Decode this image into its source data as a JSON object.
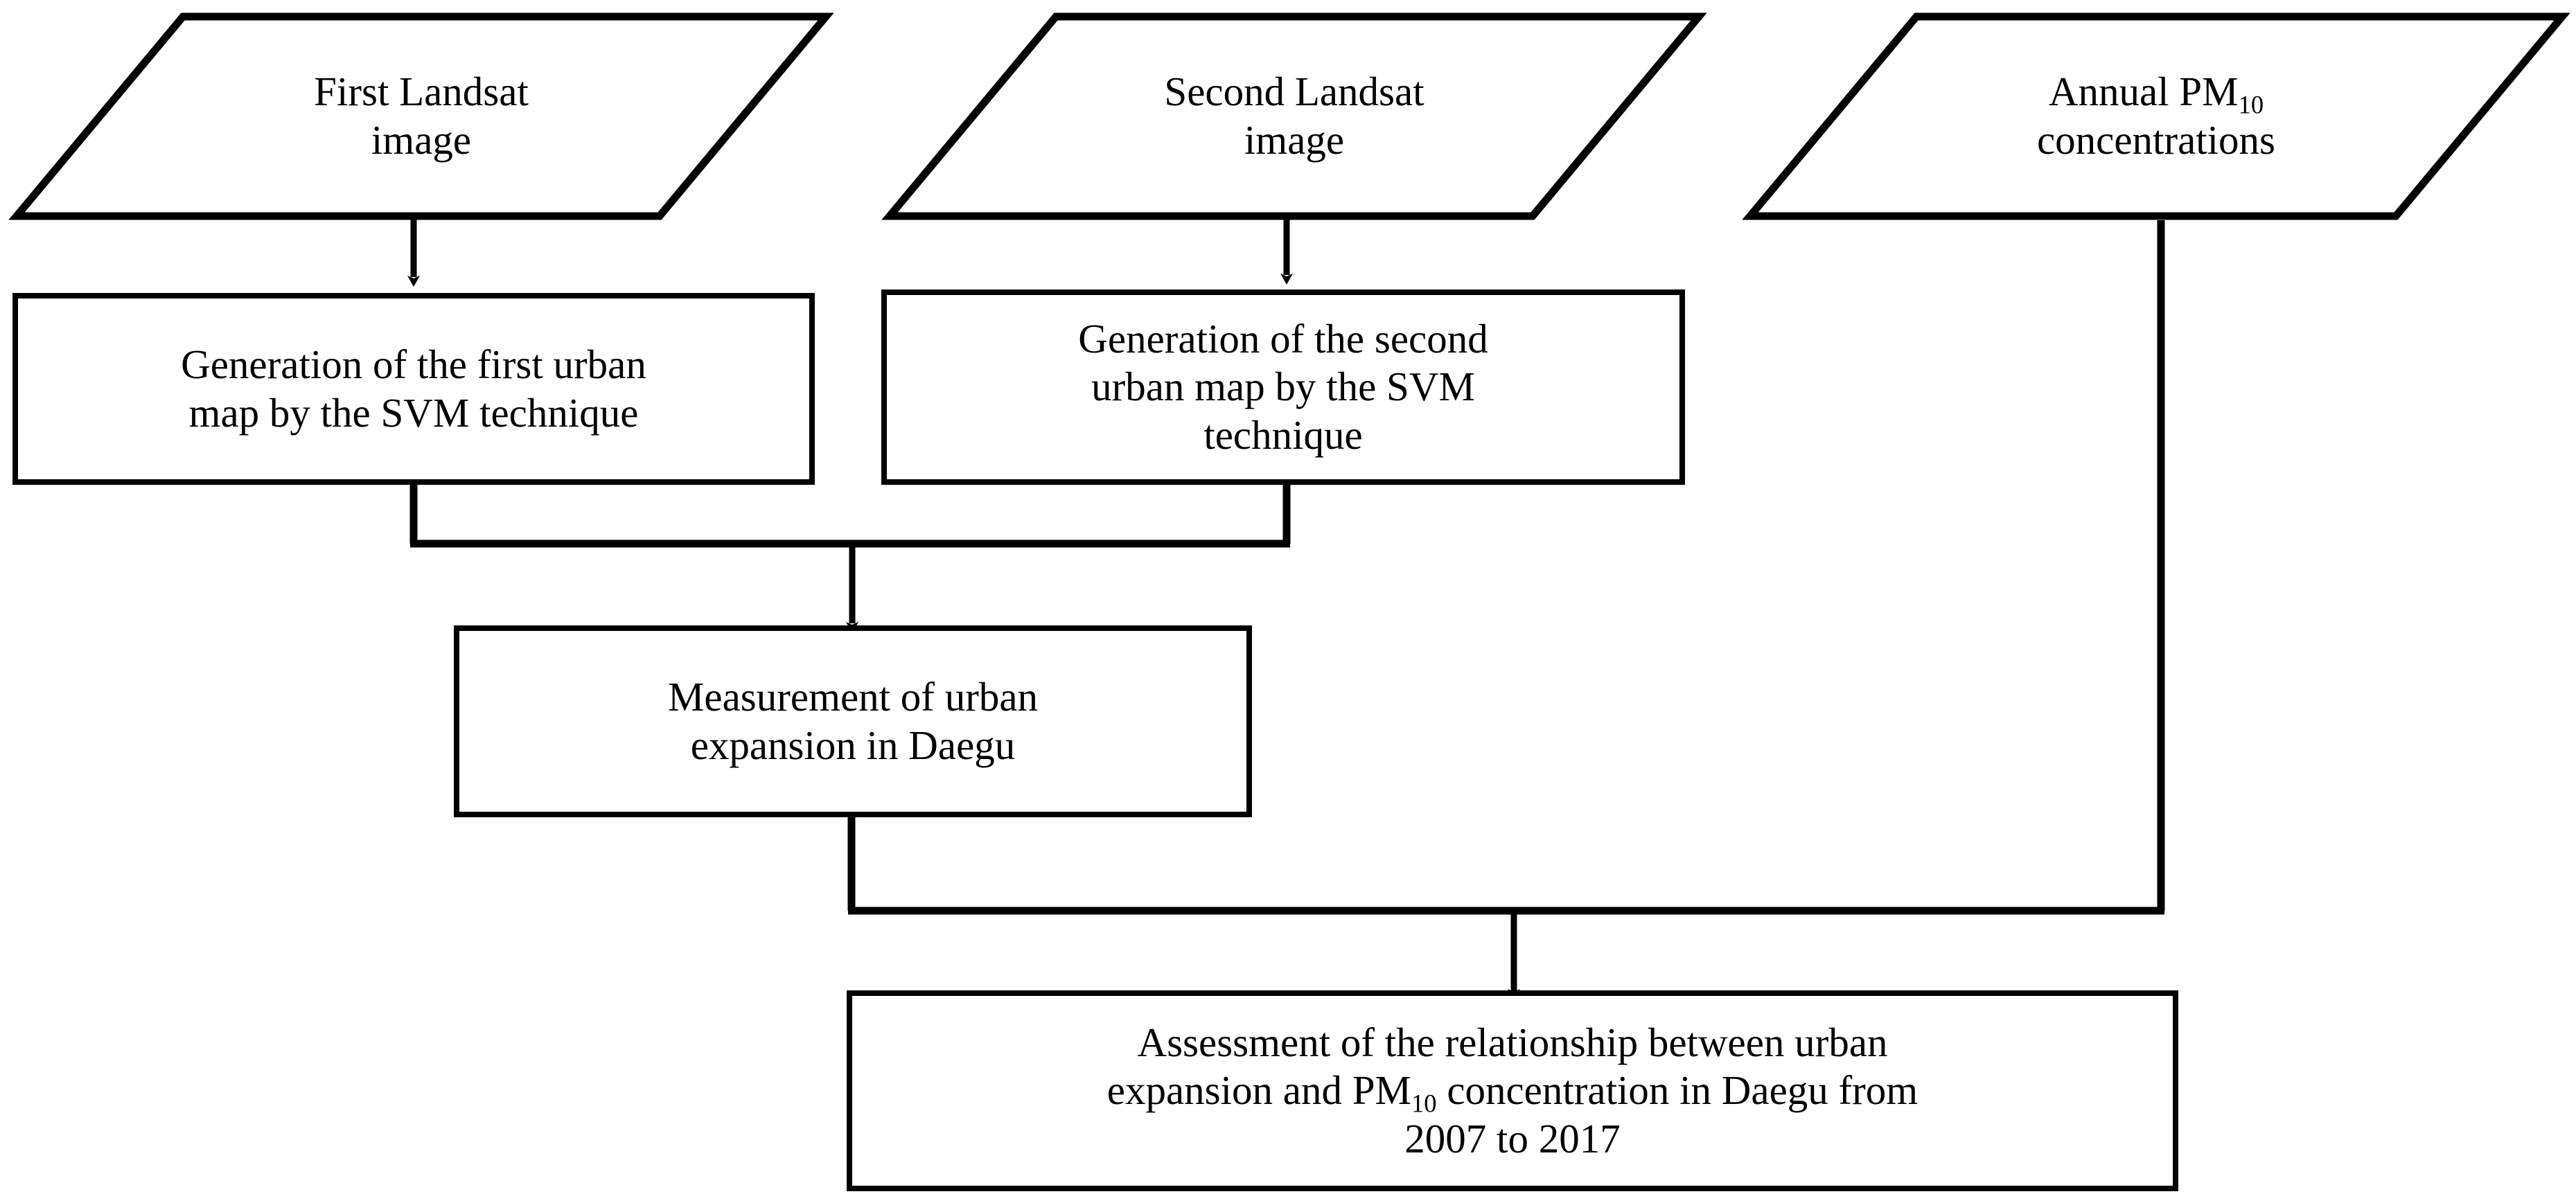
{
  "diagram": {
    "type": "flowchart",
    "title": "Urban expansion and PM10 relationship workflow",
    "background_color": "#ffffff",
    "line_color": "#000000",
    "text_color": "#000000"
  },
  "nodes": {
    "first_landsat": {
      "shape": "parallelogram",
      "role": "input",
      "line1": "First  Landsat",
      "line2": "image"
    },
    "second_landsat": {
      "shape": "parallelogram",
      "role": "input",
      "line1": "Second Landsat",
      "line2": "image"
    },
    "annual_pm10": {
      "shape": "parallelogram",
      "role": "input",
      "line1_pre": "Annual PM",
      "line1_sub": "10",
      "line2": "concentrations"
    },
    "first_urban_map": {
      "shape": "rectangle",
      "role": "process",
      "line1": "Generation of the first urban",
      "line2": "map by the SVM technique"
    },
    "second_urban_map": {
      "shape": "rectangle",
      "role": "process",
      "line1": "Generation of the second",
      "line2": "urban map by the SVM",
      "line3": "technique"
    },
    "measurement": {
      "shape": "rectangle",
      "role": "process",
      "line1": "Measurement of urban",
      "line2": "expansion in Daegu"
    },
    "assessment": {
      "shape": "rectangle",
      "role": "process",
      "line1": "Assessment of the relationship between urban",
      "line2_pre": "expansion and PM",
      "line2_sub": "10",
      "line2_post": " concentration in Daegu from",
      "line3": "2007 to 2017"
    }
  },
  "connectors": [
    {
      "name": "first-landsat-to-first-urban-map",
      "from": "first_landsat",
      "to": "first_urban_map",
      "style": "arrow"
    },
    {
      "name": "second-landsat-to-second-urban-map",
      "from": "second_landsat",
      "to": "second_urban_map",
      "style": "arrow"
    },
    {
      "name": "urban-maps-merge-to-measurement",
      "from": "first_urban_map+second_urban_map",
      "to": "measurement",
      "style": "merge-arrow"
    },
    {
      "name": "measurement-and-pm10-merge-to-assessment",
      "from": "measurement+annual_pm10",
      "to": "assessment",
      "style": "merge-arrow"
    }
  ]
}
